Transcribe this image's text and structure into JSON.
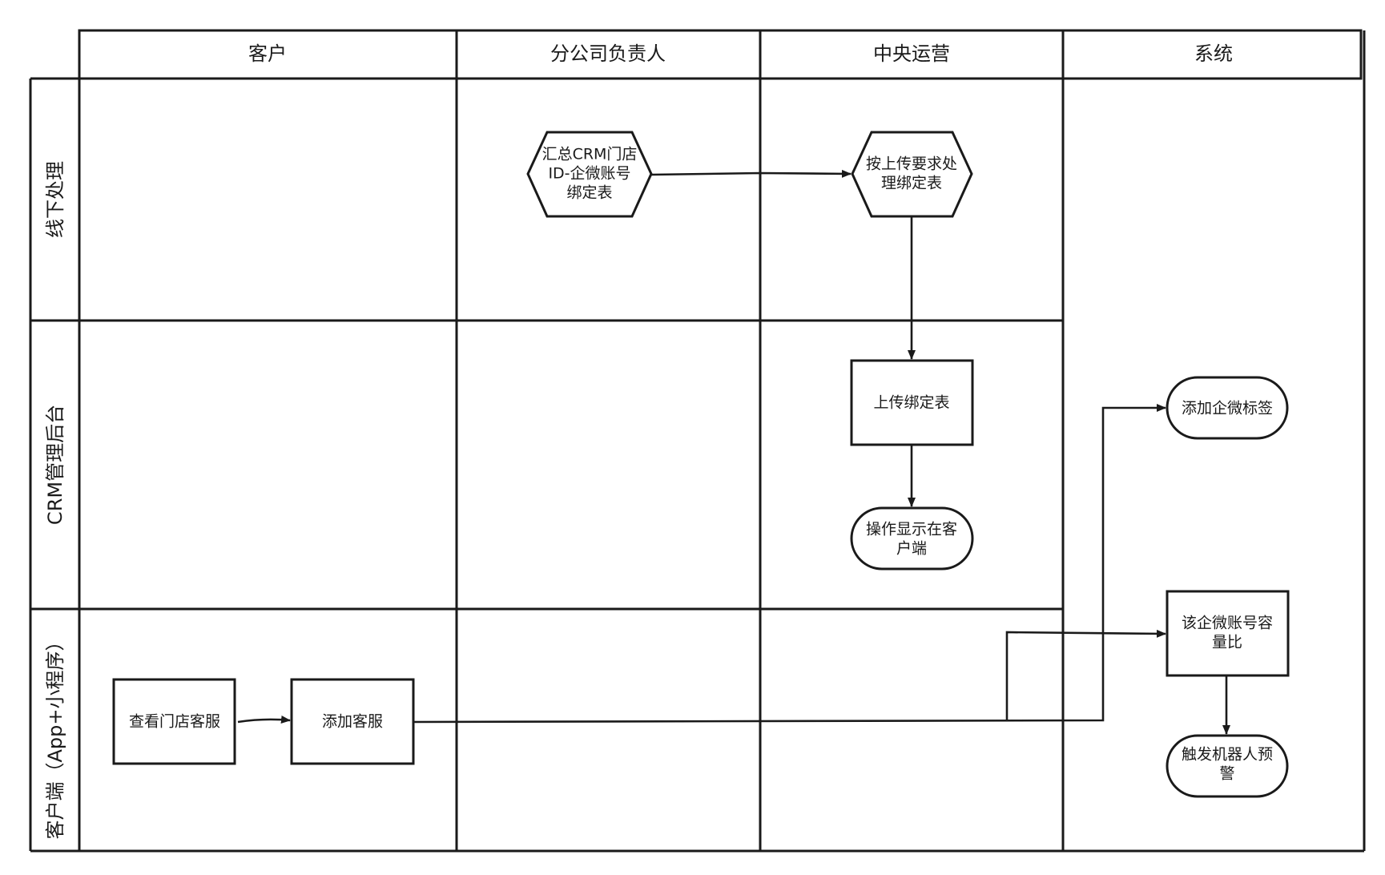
{
  "columns": [
    {
      "id": "customer",
      "label": "客户"
    },
    {
      "id": "branch",
      "label": "分公司负责人"
    },
    {
      "id": "ops",
      "label": "中央运营"
    },
    {
      "id": "system",
      "label": "系统"
    }
  ],
  "rows": [
    {
      "id": "offline",
      "label": "线下处理"
    },
    {
      "id": "crm",
      "label": "CRM管理后台"
    },
    {
      "id": "client",
      "label": "客户端（App+小程序）"
    }
  ],
  "nodes": [
    {
      "id": "n1",
      "shape": "hexagon",
      "lines": [
        "汇总CRM门店",
        "ID-企微账号",
        "绑定表"
      ]
    },
    {
      "id": "n2",
      "shape": "hexagon",
      "lines": [
        "按上传要求处",
        "理绑定表"
      ]
    },
    {
      "id": "n3",
      "shape": "rect",
      "lines": [
        "上传绑定表"
      ]
    },
    {
      "id": "n4",
      "shape": "terminal",
      "lines": [
        "操作显示在客",
        "户端"
      ]
    },
    {
      "id": "n5",
      "shape": "terminal",
      "lines": [
        "添加企微标签"
      ]
    },
    {
      "id": "n6",
      "shape": "rect",
      "lines": [
        "该企微账号容",
        "量比"
      ]
    },
    {
      "id": "n7",
      "shape": "terminal",
      "lines": [
        "触发机器人预",
        "警"
      ]
    },
    {
      "id": "n8",
      "shape": "rect",
      "lines": [
        "查看门店客服"
      ]
    },
    {
      "id": "n9",
      "shape": "rect",
      "lines": [
        "添加客服"
      ]
    }
  ],
  "edges": [
    {
      "from": "n1",
      "to": "n2"
    },
    {
      "from": "n2",
      "to": "n3"
    },
    {
      "from": "n3",
      "to": "n4"
    },
    {
      "from": "n8",
      "to": "n9"
    },
    {
      "from": "n9",
      "to": "n5"
    },
    {
      "from": "n9",
      "to": "n6"
    },
    {
      "from": "n6",
      "to": "n7"
    }
  ]
}
